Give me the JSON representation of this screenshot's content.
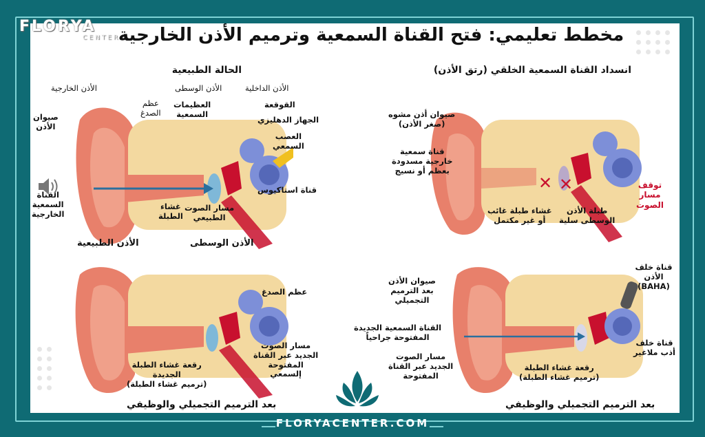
{
  "title": "مخطط تعليمي: فتح القناة السمعية وترميم الأذن الخارجية",
  "brand": {
    "name": "FLORYA",
    "sub": "CENTER"
  },
  "footer": "FLORYACENTER.COM",
  "panels": {
    "normal": {
      "heading": "الحالة الطبيعية",
      "labels": {
        "outer_ear": "الأذن الخارجية",
        "middle_ear": "الأذن الوسطى",
        "inner_ear": "الأذن الداخلية",
        "temporal_bone": "عظم\nالصدغ",
        "ossicles": "العظيمات\nالسمعية",
        "cochlea": "القوقعة",
        "vestibular": "الجهاز الدهليزي",
        "auditory_nerve": "العصب\nالسمعي",
        "auricle": "صيوان\nالأذن",
        "ear_canal": "القناة\nالسمعية\nالخارجية",
        "eardrum": "غشاء\nالطبلة",
        "sound_path": "مسار الصوت\nالطبيعي",
        "eustachian": "قناة استاكيوس",
        "bottom_outer": "الأذن الطبيعية",
        "bottom_middle": "الأذن الوسطى"
      }
    },
    "atresia": {
      "heading": "انسداد القناة السمعية الخلقي (رتق الأذن)",
      "labels": {
        "deformed_auricle": "صيوان أذن مشوه\n(صغر الأذن)",
        "blocked_canal": "قناة سمعية\nخارجية مسدودة\nبعظم أو نسيج",
        "stop": "توقف\nمسار\nالصوت",
        "missing_drum": "غشاء طبلة غائب\nأو غير مكتمل",
        "middle_ear": "طبلة الأذن\nالوسطى سلية"
      }
    },
    "after_left": {
      "labels": {
        "temporal_bone": "عظم الصدغ",
        "drum_patch": "رقعة غشاء الطبلة\nالجديدة\n(ترميم غشاء الطبلة)",
        "new_path": "مسار الصوت\nالجديد عبر القناة\nالمفتوحة\nإلسمعي"
      },
      "caption": "بعد الترميم التجميلي والوظيفي"
    },
    "after_right": {
      "labels": {
        "auricle_after": "صيوان الأذن\nبعد الترميم\nالتجميلي",
        "new_canal": "القناة السمعية الجديدة\nالمفتوحة جراحياً",
        "new_path": "مسار الصوت\nالجديد عبر القناة\nالمفتوحة",
        "baha": "قناة خلف الأذن\n(BAHA)",
        "behind_ear": "قناة خلف\nأذب ملاغير",
        "drum_patch": "رقعة غشاء الطبلة\n(ترميم غشاء الطبلة)"
      },
      "caption": "بعد الترميم التجميلي والوظيفي"
    }
  },
  "colors": {
    "teal": "#0f6b74",
    "skin": "#e8806b",
    "bone": "#f3d9a0",
    "cochlea": "#7d8fd8",
    "red": "#c8102e",
    "arrow": "#2a6f9e"
  }
}
